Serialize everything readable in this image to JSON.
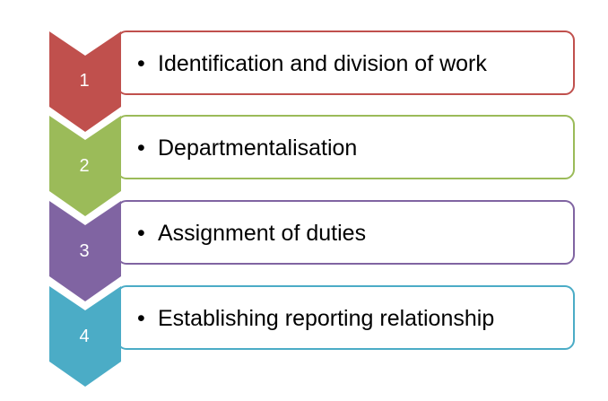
{
  "steps": [
    {
      "number": "1",
      "label": "Identification and division of work",
      "color": "#C0504D"
    },
    {
      "number": "2",
      "label": "Departmentalisation",
      "color": "#9BBB59"
    },
    {
      "number": "3",
      "label": "Assignment of duties",
      "color": "#8064A2"
    },
    {
      "number": "4",
      "label": "Establishing reporting relationship",
      "color": "#4BACC6"
    }
  ],
  "bullet": "•"
}
